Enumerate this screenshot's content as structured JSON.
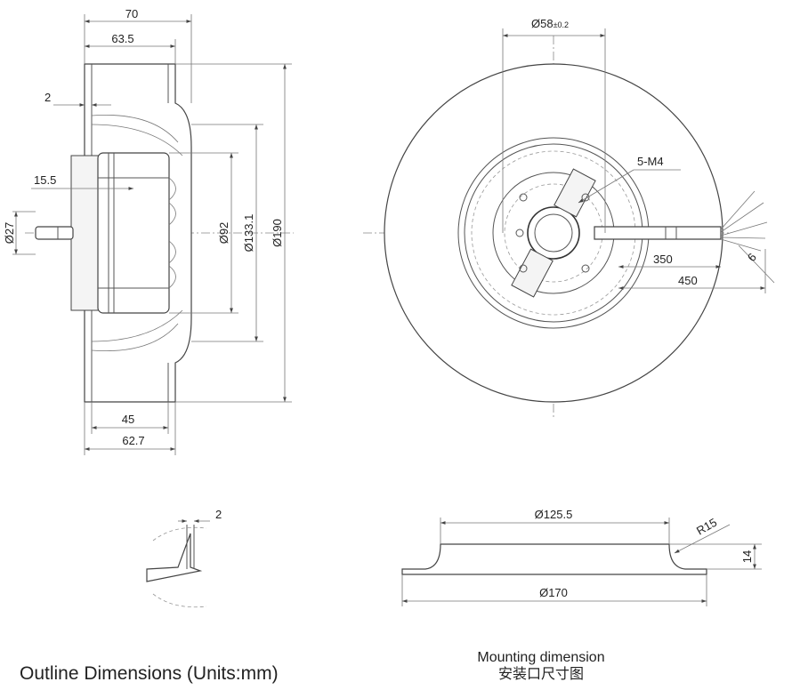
{
  "side_view": {
    "dims": {
      "d70": "70",
      "d63_5": "63.5",
      "d2": "2",
      "d15_5": "15.5",
      "d27": "Ø27",
      "d92": "Ø92",
      "d133": "Ø133.1",
      "d190": "Ø190",
      "d45": "45",
      "d62_7": "62.7"
    }
  },
  "front_view": {
    "dims": {
      "d58": "Ø58",
      "d58_tol": "±0.2",
      "m4": "5-M4",
      "d350": "350",
      "d450": "450",
      "d6": "6"
    }
  },
  "detail_view": {
    "dims": {
      "d2": "2"
    }
  },
  "mounting_view": {
    "dims": {
      "d125": "Ø125.5",
      "r15": "R15",
      "d14": "14",
      "d170": "Ø170"
    }
  },
  "captions": {
    "outline": "Outline Dimensions (Units:mm)",
    "mounting_en": "Mounting dimension",
    "mounting_cn": "安装口尺寸图"
  }
}
